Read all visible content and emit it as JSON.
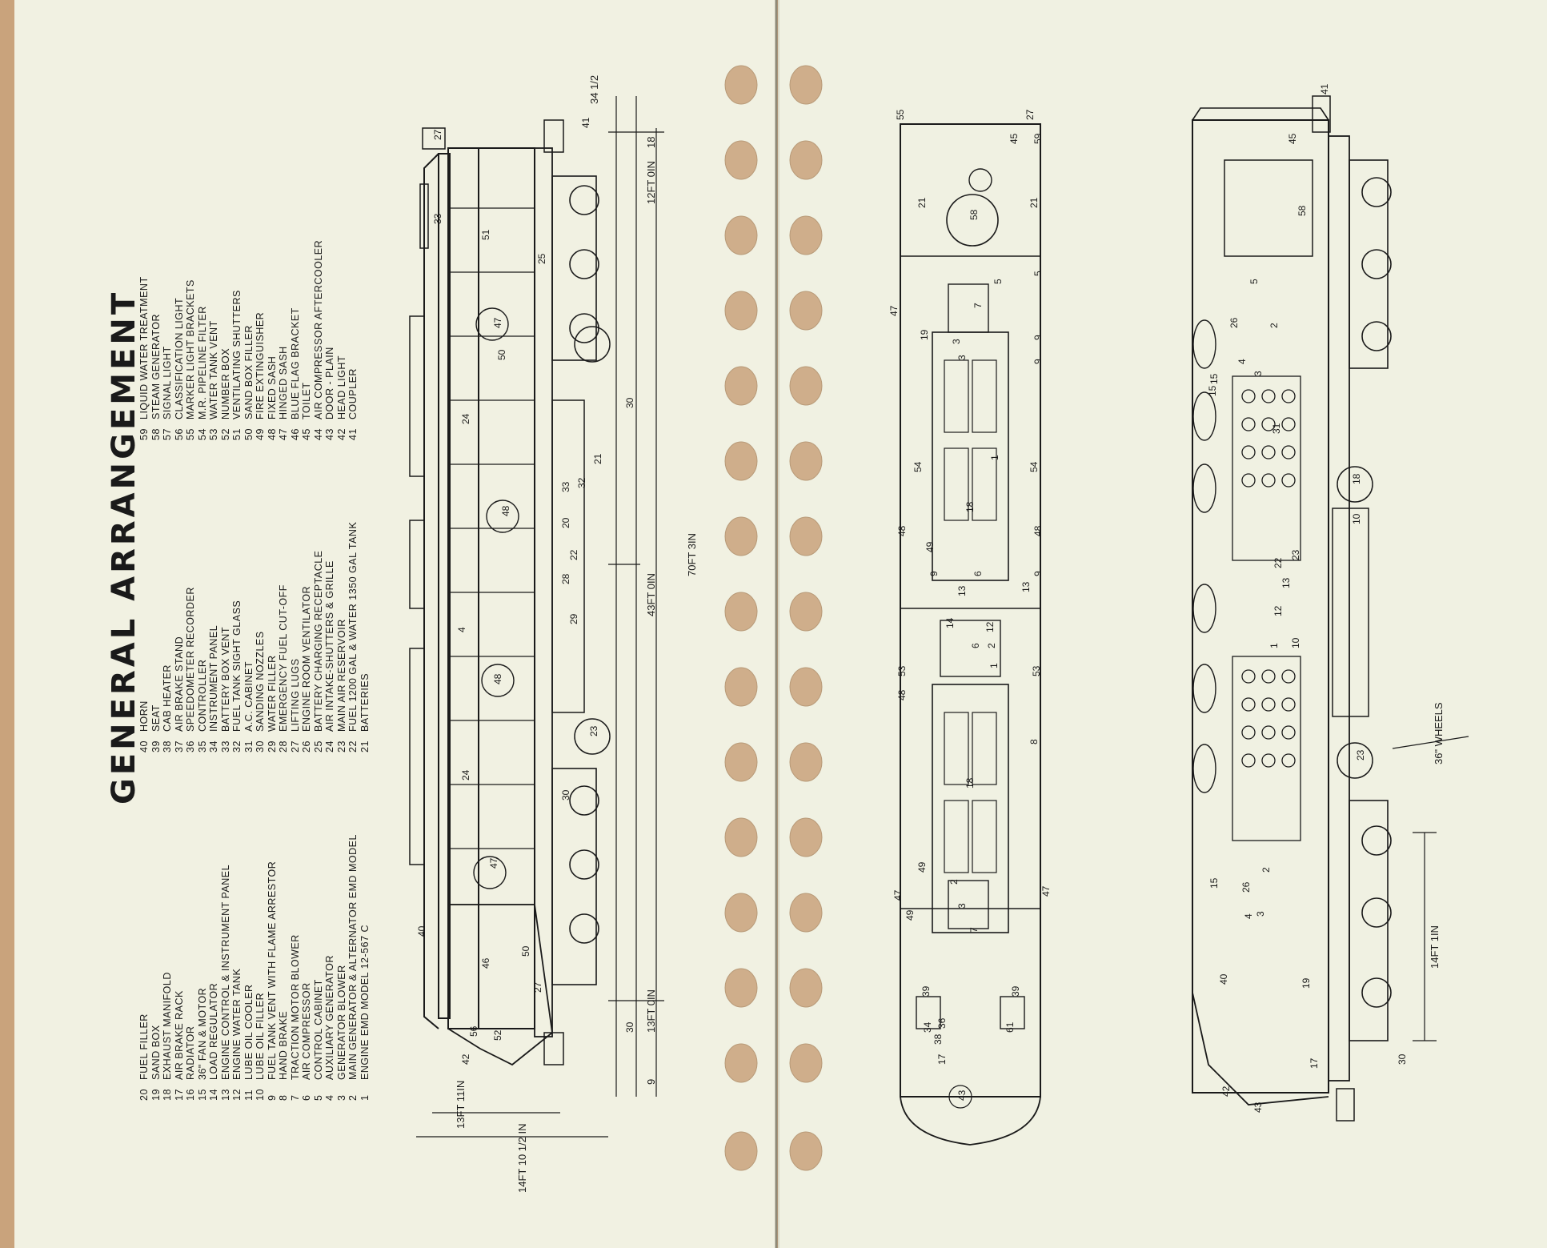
{
  "title": "GENERAL ARRANGEMENT",
  "legend_col1": [
    {
      "n": "20",
      "t": "FUEL FILLER"
    },
    {
      "n": "19",
      "t": "SAND BOX"
    },
    {
      "n": "18",
      "t": "EXHAUST MANIFOLD"
    },
    {
      "n": "17",
      "t": "AIR BRAKE RACK"
    },
    {
      "n": "16",
      "t": "RADIATOR"
    },
    {
      "n": "15",
      "t": "36\" FAN & MOTOR"
    },
    {
      "n": "14",
      "t": "LOAD REGULATOR"
    },
    {
      "n": "13",
      "t": "ENGINE CONTROL & INSTRUMENT PANEL"
    },
    {
      "n": "12",
      "t": "ENGINE WATER TANK"
    },
    {
      "n": "11",
      "t": "LUBE OIL COOLER"
    },
    {
      "n": "10",
      "t": "LUBE OIL FILLER"
    },
    {
      "n": "9",
      "t": "FUEL TANK VENT WITH FLAME ARRESTOR"
    },
    {
      "n": "8",
      "t": "HAND BRAKE"
    },
    {
      "n": "7",
      "t": "TRACTION MOTOR BLOWER"
    },
    {
      "n": "6",
      "t": "AIR COMPRESSOR"
    },
    {
      "n": "5",
      "t": "CONTROL CABINET"
    },
    {
      "n": "4",
      "t": "AUXILIARY GENERATOR"
    },
    {
      "n": "3",
      "t": "GENERATOR BLOWER"
    },
    {
      "n": "2",
      "t": "MAIN GENERATOR & ALTERNATOR EMD MODEL"
    },
    {
      "n": "1",
      "t": "ENGINE EMD MODEL 12-567 C"
    }
  ],
  "legend_col2": [
    {
      "n": "40",
      "t": "HORN"
    },
    {
      "n": "39",
      "t": "SEAT"
    },
    {
      "n": "38",
      "t": "CAB HEATER"
    },
    {
      "n": "37",
      "t": "AIR BRAKE STAND"
    },
    {
      "n": "36",
      "t": "SPEEDOMETER RECORDER"
    },
    {
      "n": "35",
      "t": "CONTROLLER"
    },
    {
      "n": "34",
      "t": "INSTRUMENT PANEL"
    },
    {
      "n": "33",
      "t": "BATTERY BOX VENT"
    },
    {
      "n": "32",
      "t": "FUEL TANK SIGHT GLASS"
    },
    {
      "n": "31",
      "t": "A.C. CABINET"
    },
    {
      "n": "30",
      "t": "SANDING NOZZLES"
    },
    {
      "n": "29",
      "t": "WATER FILLER"
    },
    {
      "n": "28",
      "t": "EMERGENCY FUEL CUT-OFF"
    },
    {
      "n": "27",
      "t": "LIFTING LUGS"
    },
    {
      "n": "26",
      "t": "ENGINE ROOM VENTILATOR"
    },
    {
      "n": "25",
      "t": "BATTERY CHARGING RECEPTACLE"
    },
    {
      "n": "24",
      "t": "AIR INTAKE-SHUTTERS & GRILLE"
    },
    {
      "n": "23",
      "t": "MAIN AIR RESERVOIR"
    },
    {
      "n": "22",
      "t": "FUEL 1200 GAL & WATER 1350 GAL TANK"
    },
    {
      "n": "21",
      "t": "BATTERIES"
    }
  ],
  "legend_col3": [
    {
      "n": "59",
      "t": "LIQUID WATER TREATMENT"
    },
    {
      "n": "58",
      "t": "STEAM GENERATOR"
    },
    {
      "n": "57",
      "t": "SIGNAL LIGHT"
    },
    {
      "n": "56",
      "t": "CLASSIFICATION LIGHT"
    },
    {
      "n": "55",
      "t": "MARKER LIGHT BRACKETS"
    },
    {
      "n": "54",
      "t": "M.R. PIPELINE FILTER"
    },
    {
      "n": "53",
      "t": "WATER TANK VENT"
    },
    {
      "n": "52",
      "t": "NUMBER BOX"
    },
    {
      "n": "51",
      "t": "VENTILATING SHUTTERS"
    },
    {
      "n": "50",
      "t": "SAND BOX FILLER"
    },
    {
      "n": "49",
      "t": "FIRE EXTINGUISHER"
    },
    {
      "n": "48",
      "t": "FIXED SASH"
    },
    {
      "n": "47",
      "t": "HINGED SASH"
    },
    {
      "n": "46",
      "t": "BLUE FLAG BRACKET"
    },
    {
      "n": "45",
      "t": "TOILET"
    },
    {
      "n": "44",
      "t": "AIR COMPRESSOR AFTERCOOLER"
    },
    {
      "n": "43",
      "t": "DOOR - PLAIN"
    },
    {
      "n": "42",
      "t": "HEAD LIGHT"
    },
    {
      "n": "41",
      "t": "COUPLER"
    }
  ],
  "dimensions": {
    "overall_length": "70FT 3IN",
    "truck_centers": "43FT 0IN",
    "front_overhang": "13FT 0IN",
    "rear_overhang": "12FT 0IN",
    "nose_width": "13FT 11IN",
    "height": "14FT 10 1/2 IN",
    "end_gap_front": "9",
    "end_gap_rear": "18",
    "coupler_height": "34 1/2",
    "truck_wheelbase": "14FT 1IN",
    "wheels_note": "36\" WHEELS"
  },
  "callouts_left": [
    "40",
    "46",
    "27",
    "50",
    "56",
    "52",
    "42",
    "30",
    "47",
    "24",
    "48",
    "23",
    "29",
    "28",
    "22",
    "20",
    "48",
    "32",
    "33",
    "21",
    "24",
    "47",
    "50",
    "25",
    "51",
    "33",
    "27",
    "41",
    "30",
    "4",
    "30"
  ],
  "callouts_right": [
    "55",
    "27",
    "45",
    "59",
    "21",
    "58",
    "21",
    "5",
    "5",
    "47",
    "19",
    "9",
    "3",
    "7",
    "3",
    "9",
    "1",
    "54",
    "54",
    "18",
    "48",
    "49",
    "48",
    "9",
    "9",
    "6",
    "13",
    "13",
    "14",
    "12",
    "6",
    "2",
    "1",
    "53",
    "53",
    "48",
    "8",
    "18",
    "49",
    "47",
    "47",
    "49",
    "2",
    "3",
    "7",
    "39",
    "39",
    "61",
    "34",
    "38",
    "36",
    "17",
    "43",
    "41",
    "45",
    "58",
    "5",
    "26",
    "15",
    "4",
    "3",
    "2",
    "15",
    "31",
    "18",
    "23",
    "10",
    "22",
    "10",
    "1",
    "13",
    "12",
    "23",
    "36\" WHEELS",
    "26",
    "15",
    "4",
    "3",
    "2",
    "19",
    "40",
    "17",
    "30",
    "42",
    "43",
    "14FT 1IN"
  ]
}
